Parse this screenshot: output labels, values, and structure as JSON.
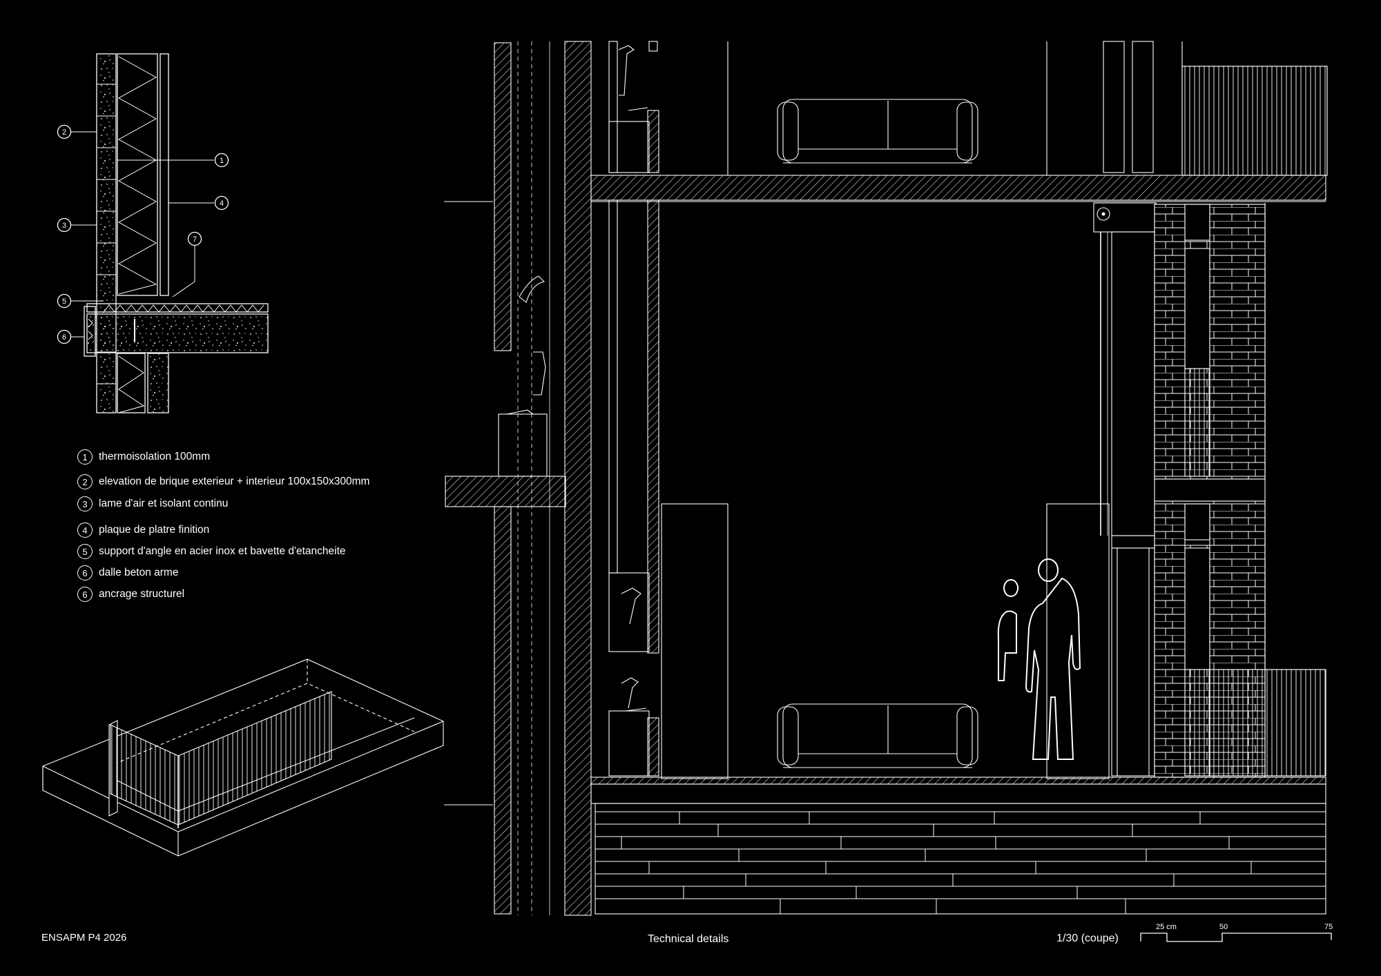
{
  "detail_callouts": [
    "2",
    "1",
    "4",
    "3",
    "7",
    "5",
    "6"
  ],
  "legend": [
    {
      "num": "1",
      "text": "thermoisolation 100mm"
    },
    {
      "num": "2",
      "text": "elevation de brique exterieur + interieur 100x150x300mm"
    },
    {
      "num": "3",
      "text": "lame d'air et isolant continu"
    },
    {
      "num": "4",
      "text": "plaque de platre finition"
    },
    {
      "num": "5",
      "text": "support d'angle en acier inox et bavette d'etancheite"
    },
    {
      "num": "6",
      "text": "dalle beton arme"
    },
    {
      "num": "6",
      "text": "ancrage structurel"
    }
  ],
  "footer": {
    "school": "ENSAPM P4 2026",
    "title": "Technical details",
    "scale": "1/30 (coupe)"
  },
  "scale_bar": {
    "labels": [
      "25 cm",
      "50",
      "75"
    ]
  },
  "colors": {
    "background": "#000000",
    "line": "#ffffff"
  }
}
